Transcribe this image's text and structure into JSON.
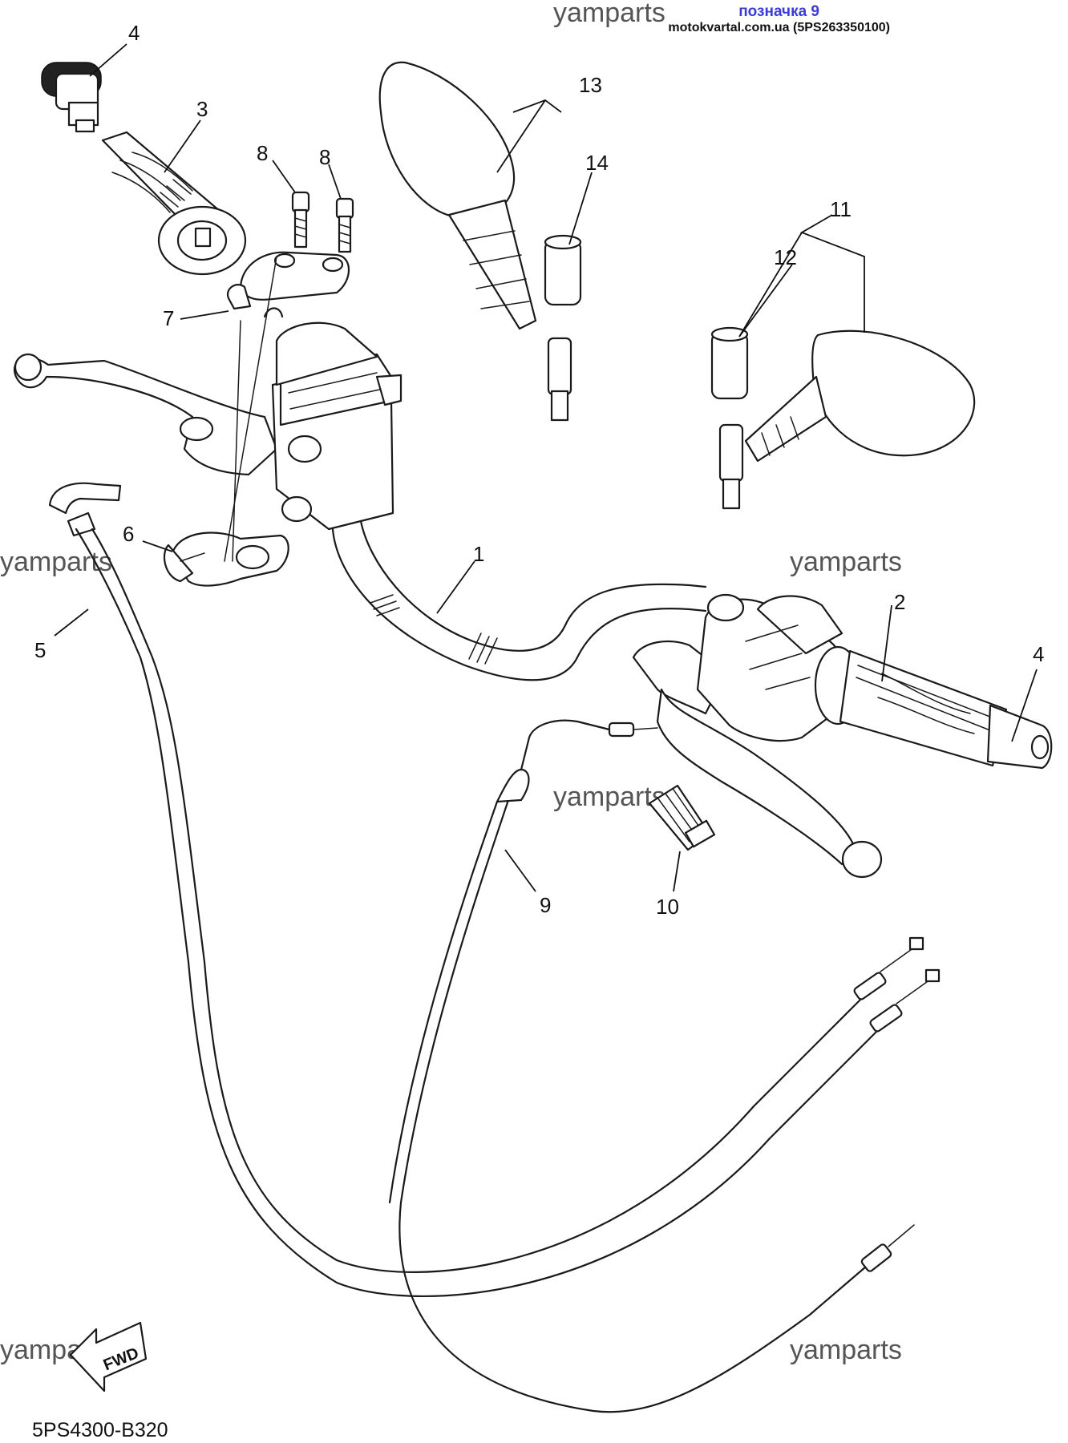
{
  "header": {
    "tag": "позначка 9",
    "source": "motokvartal.com.ua (5PS263350100)"
  },
  "watermark": "yamparts",
  "diagram_code": "5PS4300-B320",
  "fwd_label": "FWD",
  "callouts": [
    "1",
    "2",
    "3",
    "4",
    "4",
    "5",
    "6",
    "7",
    "8",
    "8",
    "9",
    "10",
    "11",
    "12",
    "13",
    "14"
  ]
}
